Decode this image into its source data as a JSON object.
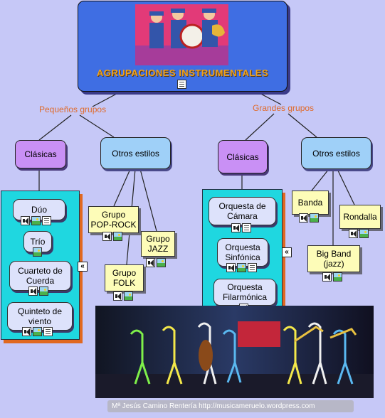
{
  "root": {
    "title": "AGRUPACIONES INSTRUMENTALES",
    "icon": "document-icon"
  },
  "links": {
    "small": "Pequeños grupos",
    "large": "Grandes grupos"
  },
  "categories": {
    "small_classic": "Clásicas",
    "small_other": "Otros estilos",
    "large_classic": "Clásicas",
    "large_other": "Otros estilos"
  },
  "small_classic_items": [
    {
      "line1": "Dúo",
      "line2": "",
      "icons": [
        "speaker-icon",
        "image-icon",
        "document-icon"
      ]
    },
    {
      "line1": "Trío",
      "line2": "",
      "icons": [
        "image-icon"
      ]
    },
    {
      "line1": "Cuarteto de",
      "line2": "Cuerda",
      "icons": [
        "speaker-icon",
        "image-icon"
      ]
    },
    {
      "line1": "Quinteto de",
      "line2": "viento",
      "icons": [
        "speaker-icon",
        "image-icon",
        "document-icon"
      ]
    }
  ],
  "small_other_items": [
    {
      "line1": "Grupo",
      "line2": "POP-ROCK",
      "icons": [
        "speaker-icon",
        "image-icon"
      ]
    },
    {
      "line1": "Grupo",
      "line2": "JAZZ",
      "icons": [
        "speaker-icon",
        "image-icon"
      ]
    },
    {
      "line1": "Grupo",
      "line2": "FOLK",
      "icons": [
        "speaker-icon",
        "image-icon"
      ]
    }
  ],
  "large_classic_items": [
    {
      "line1": "Orquesta de",
      "line2": "Cámara",
      "icons": [
        "speaker-icon",
        "document-icon"
      ]
    },
    {
      "line1": "Orquesta",
      "line2": "Sinfónica",
      "icons": [
        "speaker-icon",
        "image-icon",
        "document-icon"
      ]
    },
    {
      "line1": "Orquesta",
      "line2": "Filarmónica",
      "icons": [
        "speaker-icon"
      ]
    }
  ],
  "large_other_items": [
    {
      "line1": "Banda",
      "line2": "",
      "icons": [
        "speaker-icon",
        "image-icon"
      ]
    },
    {
      "line1": "Rondalla",
      "line2": "",
      "icons": [
        "speaker-icon",
        "image-icon"
      ]
    },
    {
      "line1": "Big Band",
      "line2": "(jazz)",
      "icons": [
        "speaker-icon",
        "image-icon"
      ]
    }
  ],
  "collapse_glyph": "«",
  "footer": "Mª Jesús Camino Rentería     http://musicameruelo.wordpress.com",
  "colors": {
    "background": "#c6c8f7",
    "root": "#3f6ee3",
    "title": "#f0a21c",
    "link": "#e06a2a",
    "panel": "#1fd7e0"
  }
}
